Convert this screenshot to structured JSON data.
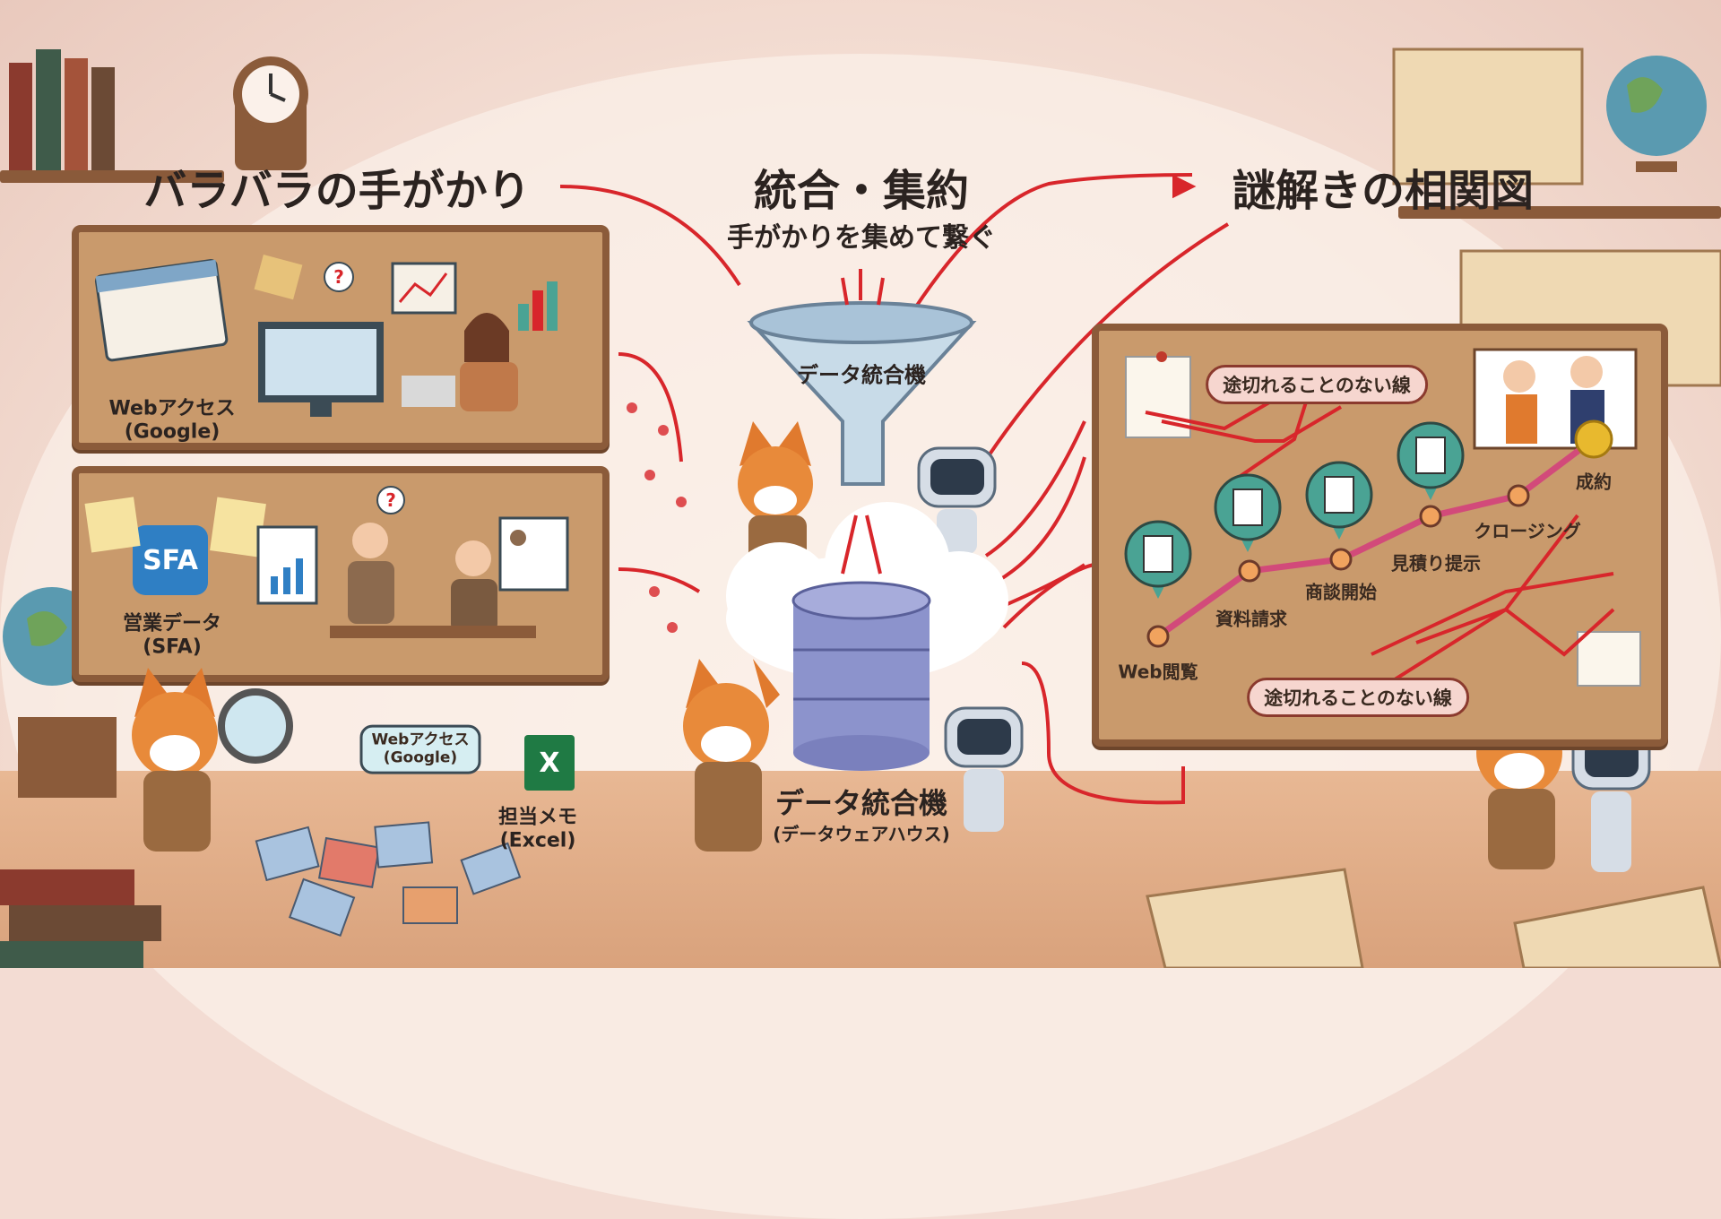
{
  "left": {
    "heading": "バラバラの手がかり",
    "panel_web": {
      "label_line1": "Webアクセス",
      "label_line2": "(Google)"
    },
    "panel_sfa": {
      "icon_text": "SFA",
      "label_line1": "営業データ",
      "label_line2": "(SFA)"
    },
    "bubble_web": {
      "line1": "Webアクセス",
      "line2": "(Google)"
    },
    "memo": {
      "icon_text": "X",
      "line1": "担当メモ",
      "line2": "(Excel)"
    }
  },
  "center": {
    "heading": "統合・集約",
    "subheading": "手がかりを集めて繋ぐ",
    "funnel_label": "データ統合機",
    "warehouse_label": "データ統合機",
    "warehouse_sublabel": "(データウェアハウス)"
  },
  "right": {
    "heading": "謎解きの相関図",
    "pill_top": "途切れることのない線",
    "pill_bottom": "途切れることのない線",
    "journey": [
      {
        "label": "Web閲覧",
        "icon": "browser-cursor-icon"
      },
      {
        "label": "資料請求",
        "icon": "document-icon"
      },
      {
        "label": "商談開始",
        "icon": "handshake-icon"
      },
      {
        "label": "見積り提示",
        "icon": "document-check-icon"
      },
      {
        "label": "クロージング",
        "icon": ""
      },
      {
        "label": "成約",
        "icon": "gold-check-medal-icon"
      }
    ]
  },
  "colors": {
    "thread": "#d8262b",
    "journey_line": "#d24a7a",
    "node": "#f1a35e",
    "bubble_icon": "#4aa394",
    "board": "#c99a6c",
    "frame": "#8b5b3a"
  }
}
